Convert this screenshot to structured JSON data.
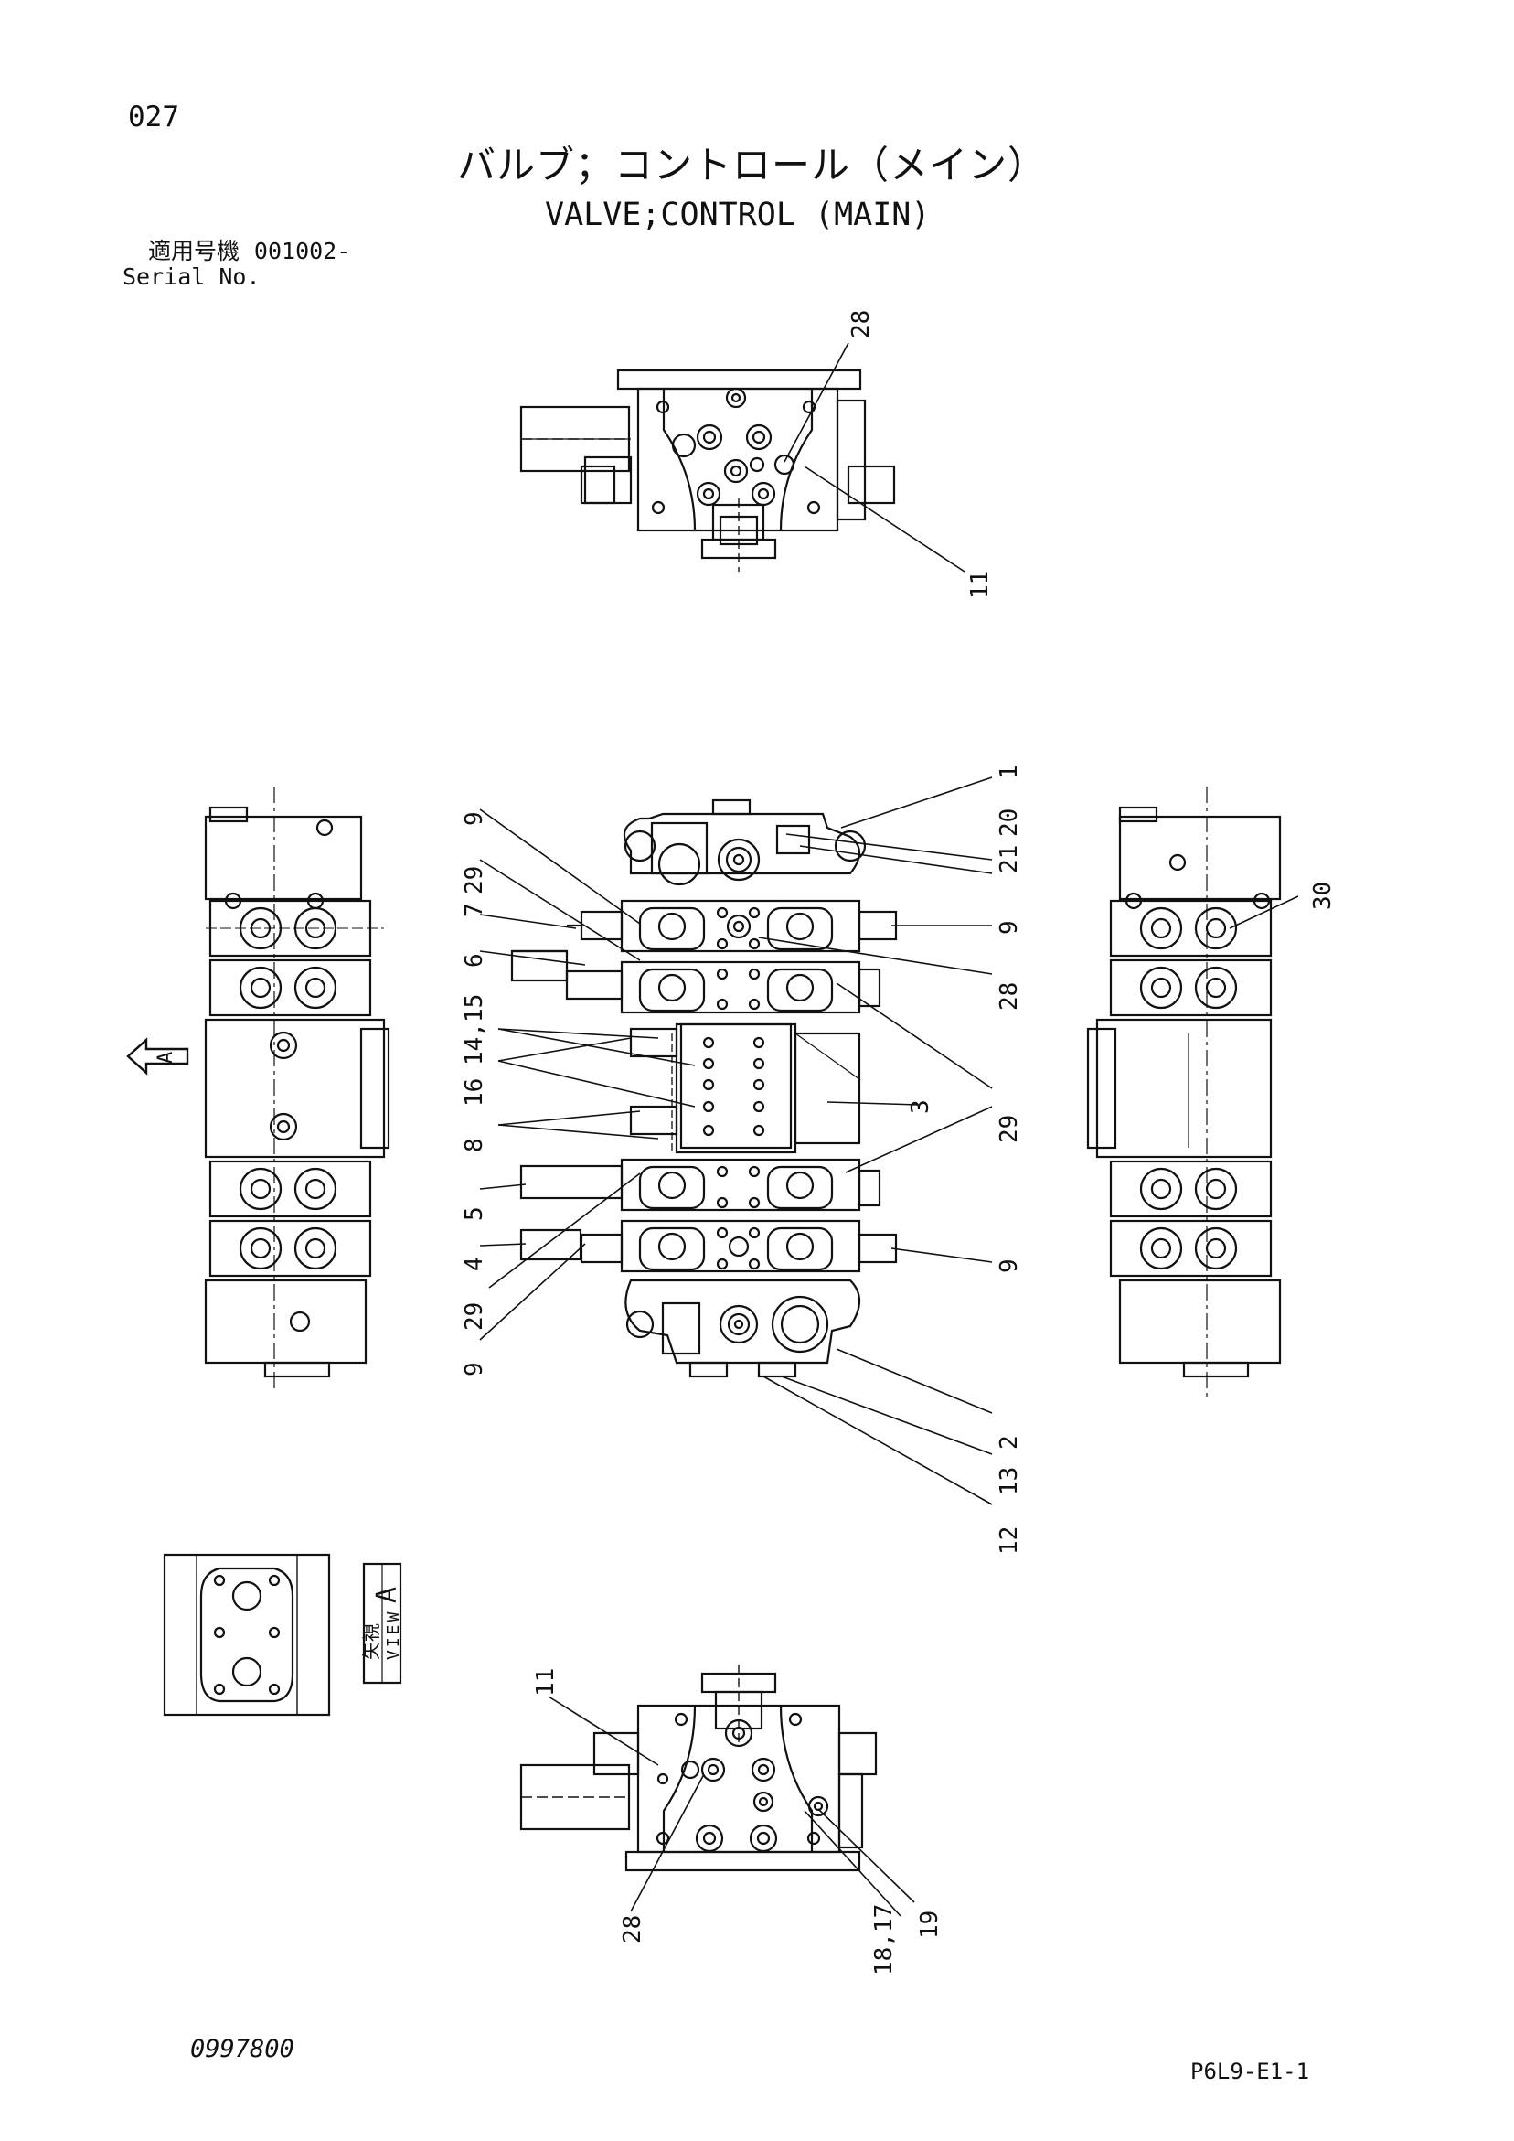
{
  "header": {
    "page_number": "027",
    "title_jp": "バルブ；コントロール（メイン）",
    "title_en": "VALVE;CONTROL (MAIN)",
    "serial_label_jp": "適用号機",
    "serial_value": "001002-",
    "serial_label_en": "Serial No."
  },
  "view_marker": {
    "arrow_letter": "A",
    "view_label_jp": "矢視",
    "view_label_en": "VIEW",
    "view_letter": "A"
  },
  "callouts": {
    "top_view": [
      "28",
      "11"
    ],
    "main_right": [
      "1",
      "21",
      "20",
      "9",
      "28",
      "3",
      "29",
      "9",
      "2",
      "13",
      "12"
    ],
    "main_left": [
      "9",
      "29",
      "7",
      "6",
      "14,15",
      "16",
      "8",
      "5",
      "4",
      "29",
      "9"
    ],
    "right_view": [
      "30"
    ],
    "bottom_view": [
      "11",
      "28",
      "18,17",
      "19"
    ]
  },
  "footer": {
    "doc_id": "0997800",
    "figure_code": "P6L9-E1-1"
  }
}
